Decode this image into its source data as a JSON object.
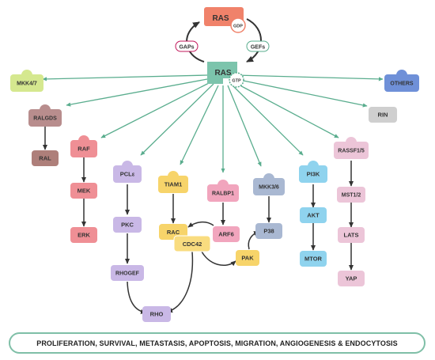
{
  "colors": {
    "teal": "#5aad8e",
    "dark": "#333333",
    "ras_top": "#f0826a",
    "ras_main": "#7cc4ac",
    "mkk47": "#d5e88f",
    "others": "#6f90d8",
    "rin": "#cfcfcf",
    "ralgds": "#b88d8d",
    "ral": "#ae7f7a",
    "raf": "#ef8f95",
    "pcle": "#c9b8e6",
    "tiam1": "#f7d46a",
    "ralbp1": "#f1a5bd",
    "mkk36": "#a9b8d2",
    "pi3k": "#8fd3ee",
    "rassf": "#ecc5d8"
  },
  "ras_gdp": {
    "label": "RAS",
    "badge": "GDP"
  },
  "ras_gtp": {
    "label": "RAS",
    "badge": "GTP"
  },
  "gaps": "GAPs",
  "gefs": "GEFs",
  "nodes": {
    "mkk47": "MKK4/7",
    "others": "OTHERS",
    "ralgds": "RALGDS",
    "ral": "RAL",
    "rin": "RIN",
    "raf": "RAF",
    "mek": "MEK",
    "erk": "ERK",
    "pcle": "PCLε",
    "pkc": "PKC",
    "rhogef": "RHOGEF",
    "rho": "RHO",
    "tiam1": "TIAM1",
    "rac": "RAC",
    "cdc42": "CDC42",
    "ralbp1": "RALBP1",
    "arf6": "ARF6",
    "mkk36": "MKK3/6",
    "p38": "P38",
    "pak": "PAK",
    "pi3k": "PI3K",
    "akt": "AKT",
    "mtor": "MTOR",
    "rassf": "RASSF1/5",
    "mst": "MST1/2",
    "lats": "LATS",
    "yap": "YAP"
  },
  "outcomes": "PROLIFERATION, SURVIVAL, METASTASIS, APOPTOSIS, MIGRATION, ANGIOGENESIS & ENDOCYTOSIS"
}
